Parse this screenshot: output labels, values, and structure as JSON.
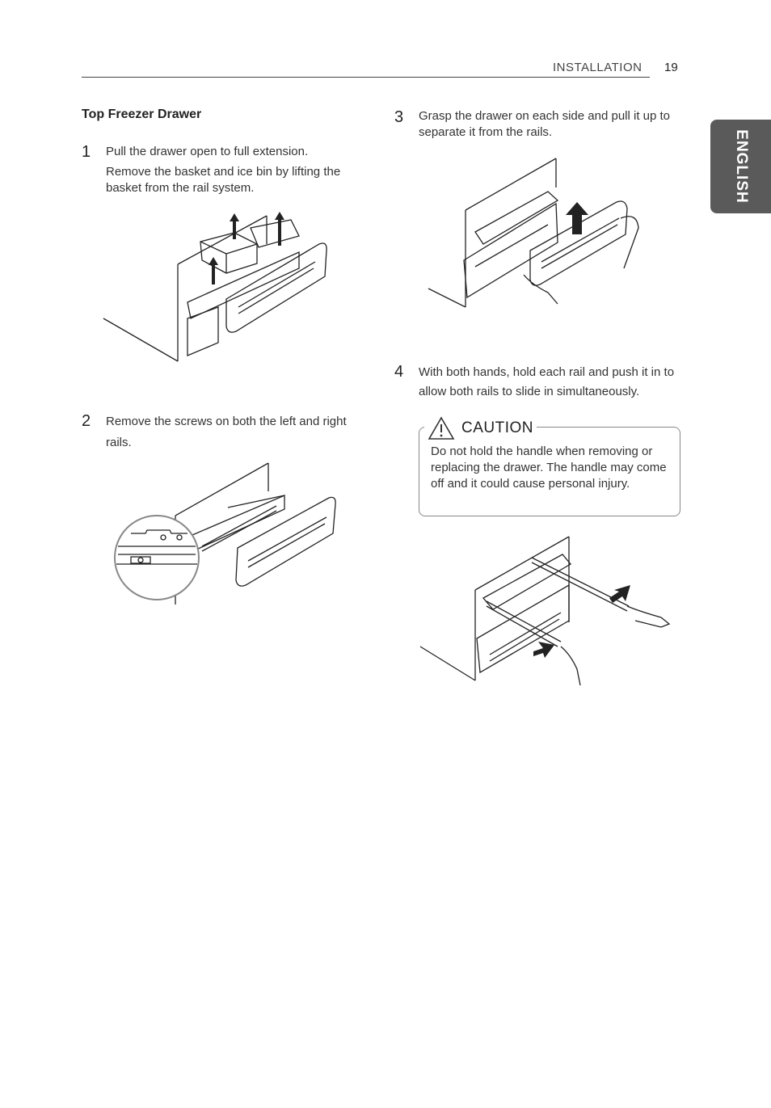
{
  "header": {
    "section": "INSTALLATION",
    "page_number": "19"
  },
  "side_tab": {
    "label": "ENGLISH"
  },
  "title": "Top Freezer Drawer",
  "steps": [
    {
      "number": "1",
      "lines": [
        "Pull the drawer open to full extension.",
        "Remove the basket and ice bin by lifting the basket from the rail system."
      ]
    },
    {
      "number": "2",
      "lines": [
        "Remove the screws on both the left and right rails."
      ]
    },
    {
      "number": "3",
      "lines": [
        "Grasp the drawer on each side and pull it up to separate it from the rails."
      ]
    },
    {
      "number": "4",
      "lines": [
        "With both hands, hold each rail and push it in to allow both rails to slide in simultaneously."
      ]
    }
  ],
  "caution": {
    "label": "CAUTION",
    "text": "Do not hold the handle when removing or replacing the drawer. The handle may come off and it could cause personal injury."
  },
  "icons": {
    "warning": "warning-triangle-icon"
  }
}
